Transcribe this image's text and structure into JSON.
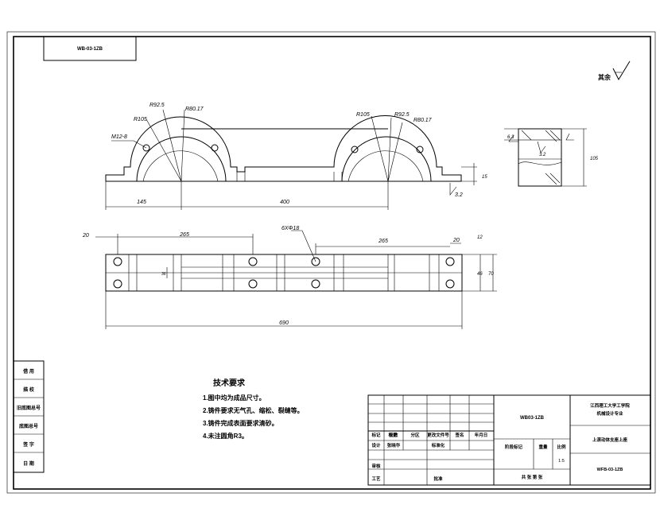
{
  "corner_code": "WB-03-1ZB",
  "roughness_note": "其余",
  "dimensions": {
    "r925_a": "R92.5",
    "r8017_a": "R80.17",
    "r105_a": "R105",
    "m12": "M12-8",
    "r105_b": "R105",
    "r925_b": "R92.5",
    "r8017_b": "R80.17",
    "d145": "145",
    "d400": "400",
    "d15": "15",
    "ra32_front": "3.2",
    "d20_left": "20",
    "d265_left": "265",
    "holes": "6XΦ18",
    "d265_right": "265",
    "d20_right": "20",
    "d12": "12",
    "d46": "46",
    "d70": "70",
    "d36": "36",
    "d690": "690",
    "d63": "6.3",
    "d105": "105",
    "ra32_side": "3.2"
  },
  "requirements": {
    "title": "技术要求",
    "items": [
      "1.图中均为成品尺寸。",
      "2.铸件要求无气孔、缩松、裂缝等。",
      "3.铸件完成表面要求清砂。",
      "4.未注圆角R3。"
    ]
  },
  "side_stamps": [
    "借 用",
    "描 校",
    "旧底图总号",
    "底图总号",
    "签 字",
    "日 期"
  ],
  "title_block": {
    "drawing_code": "WB03-1ZB",
    "school": "江西理工大学工学院",
    "school_sub": "机械设计专业",
    "part_name": "上滚动体支座上座",
    "drawing_no": "WFB-03-1ZB",
    "scale": "1:5",
    "mark_label": "阶段标记",
    "weight_label": "重量",
    "scale_label": "比例",
    "sheet_label": "共 张 第 张",
    "rev_headers": [
      "标记",
      "处数",
      "分区",
      "更改文件号",
      "签名",
      "年月日"
    ],
    "row_design": [
      "设计",
      "张晓华",
      "标准化"
    ],
    "row_review": "审核",
    "row_process": [
      "工艺",
      "批准"
    ]
  }
}
